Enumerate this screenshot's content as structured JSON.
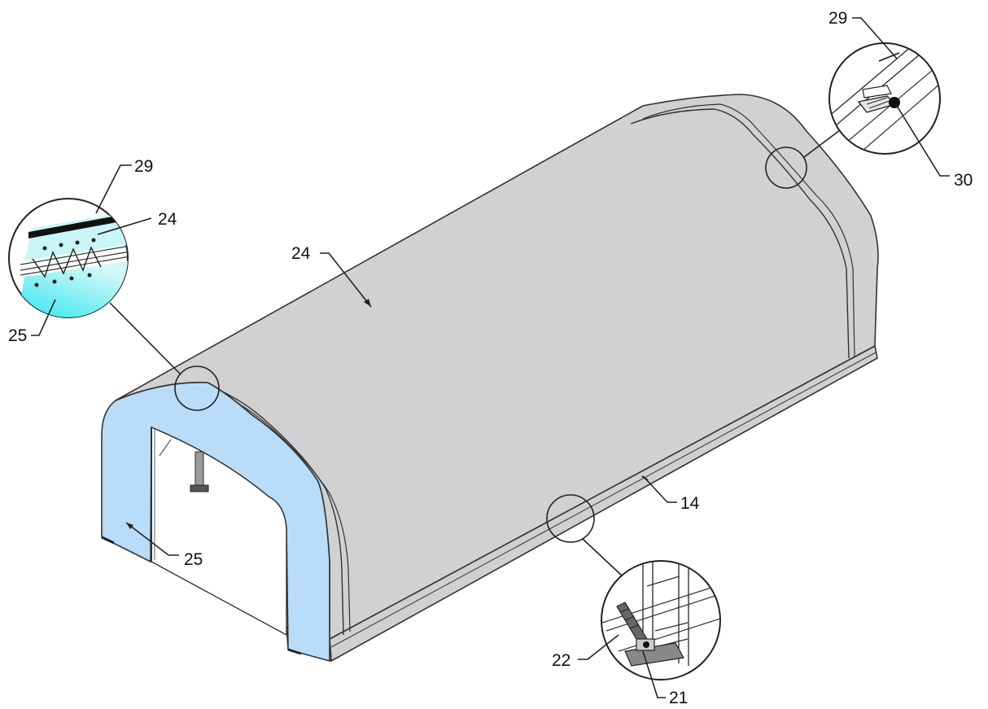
{
  "colors": {
    "canopy_fill": "#d0d1d3",
    "canopy_shade": "#c4c5c8",
    "end_panel_fill": "#b9dcf8",
    "base_rail_fill": "#cfd0d2",
    "outline": "#333333",
    "detail_cyan": "#26e6f0",
    "detail_cyan_light": "#c8f6f6"
  },
  "callouts": {
    "top_right_29": "29",
    "top_right_30": "30",
    "left_detail_29": "29",
    "left_detail_24": "24",
    "left_detail_25": "25",
    "roof_24": "24",
    "end_panel_25": "25",
    "base_rail_14": "14",
    "bottom_detail_22": "22",
    "bottom_detail_21": "21"
  },
  "icons": {
    "detail_top_right": "tensioner-detail-icon",
    "detail_left": "lacing-detail-icon",
    "detail_bottom": "ratchet-detail-icon"
  }
}
